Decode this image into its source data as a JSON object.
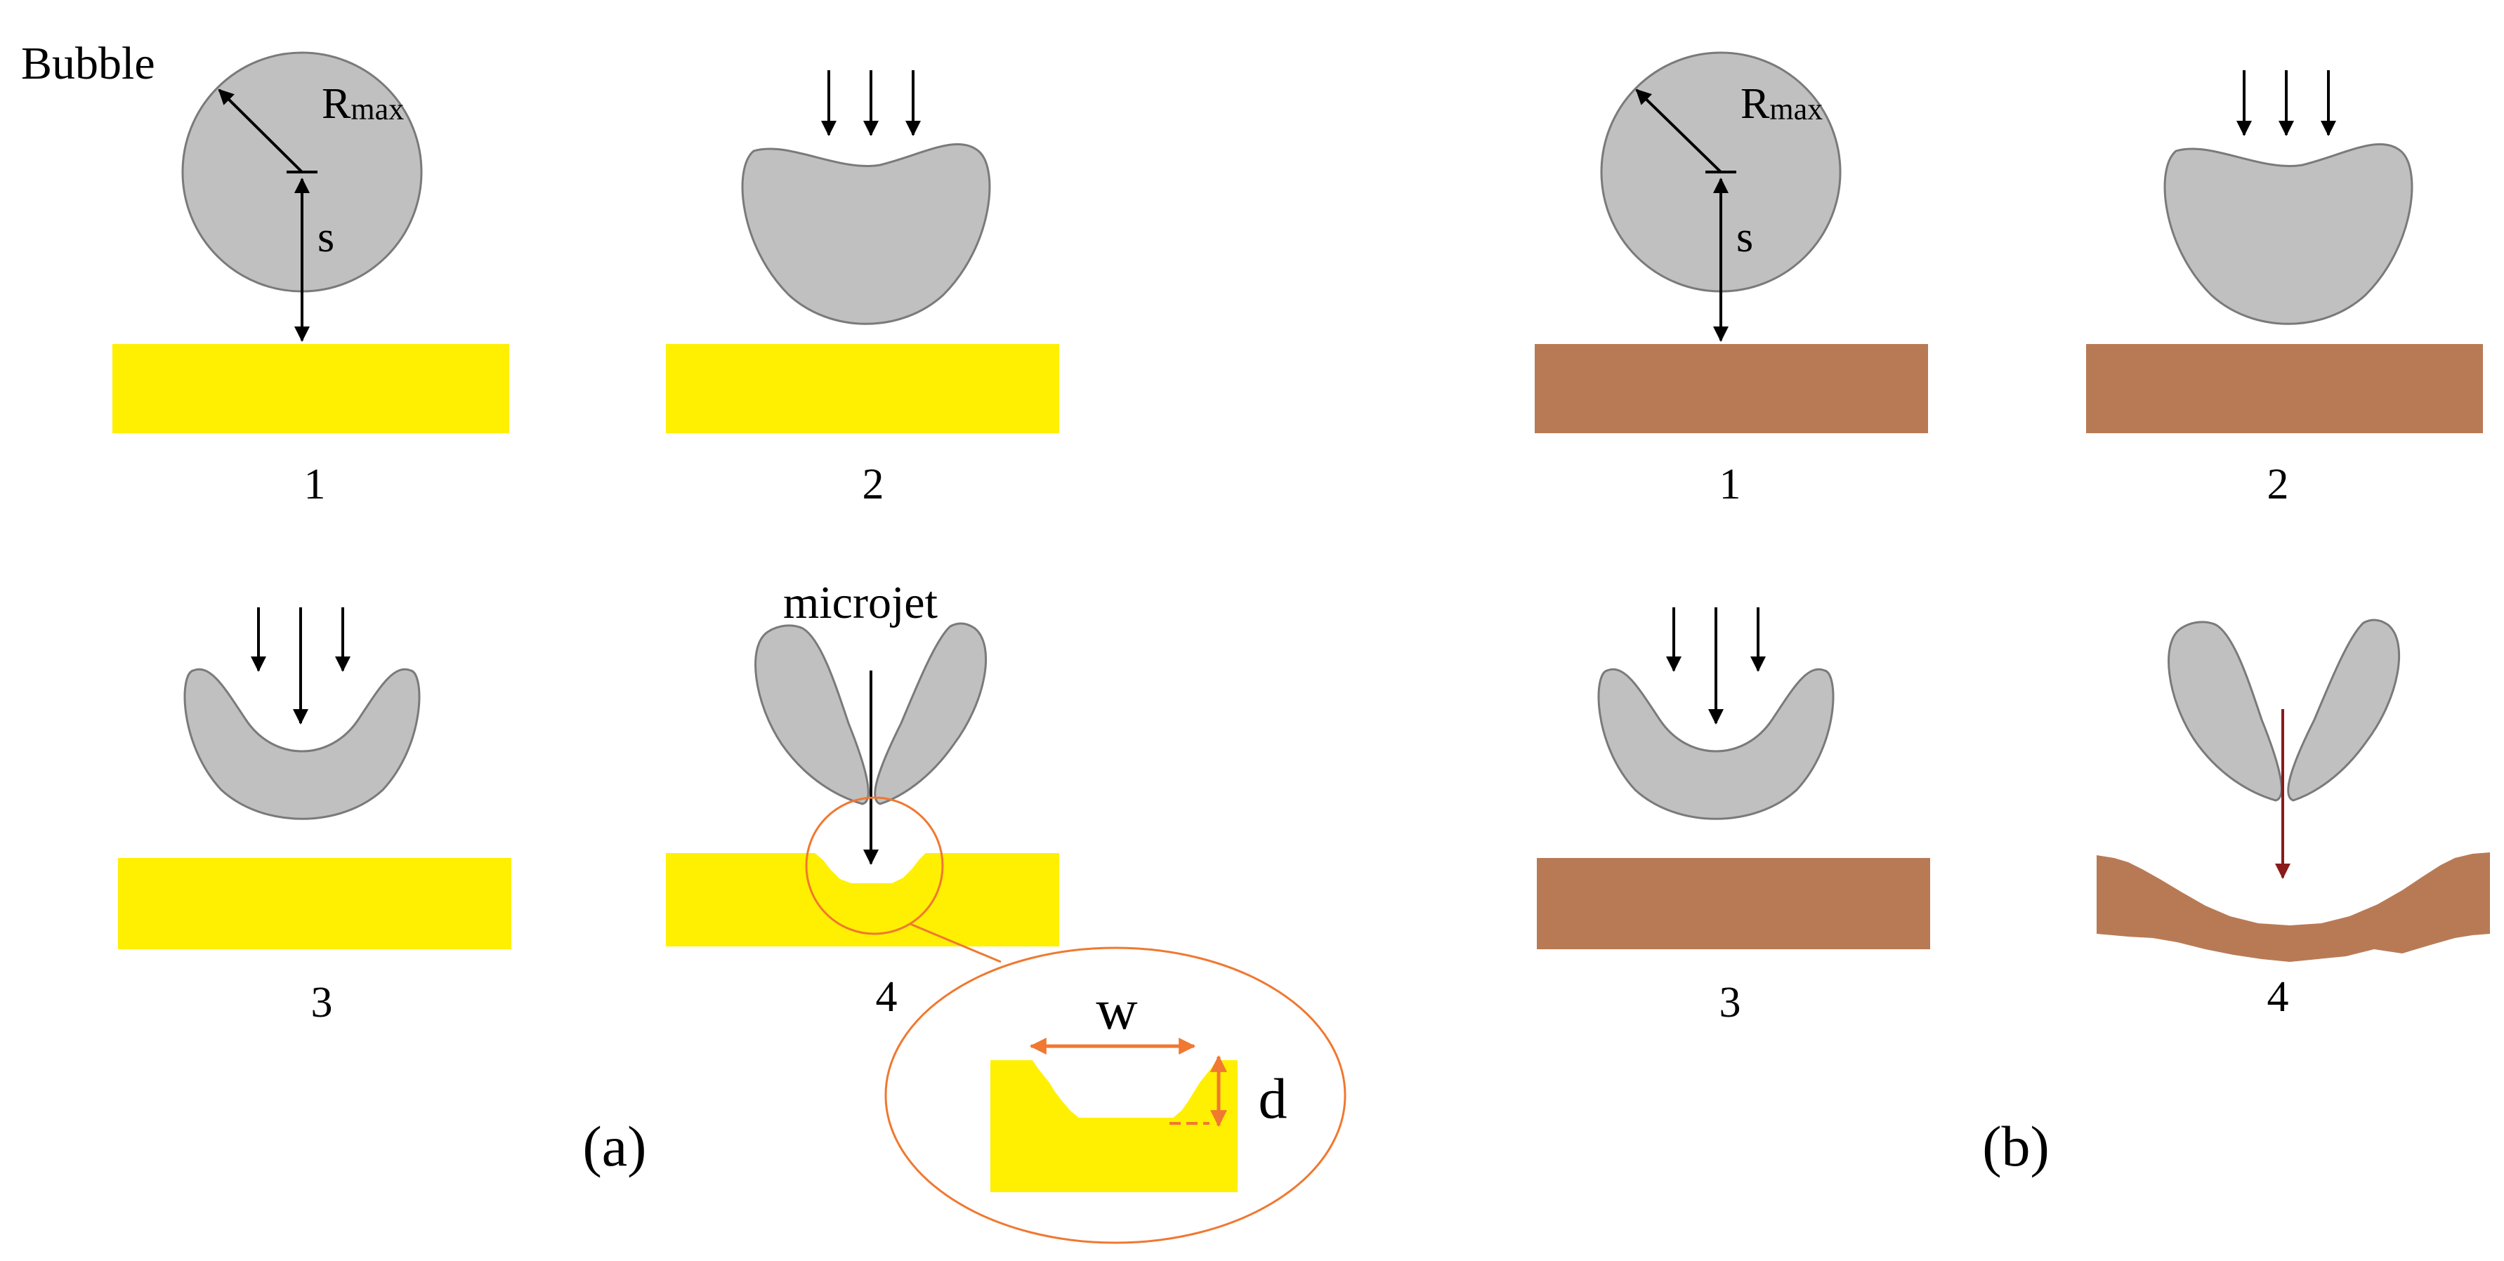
{
  "labels": {
    "bubble": "Bubble",
    "rmax_main": "R",
    "rmax_sub": "max",
    "s": "s",
    "microjet": "microjet",
    "w": "w",
    "d": "d",
    "panel_a": "(a)",
    "panel_b": "(b)",
    "steps": [
      "1",
      "2",
      "3",
      "4"
    ]
  },
  "colors": {
    "bubble": "#c0c0c0",
    "bubble_outline": "#7a7a7a",
    "substrate_a": "#ffef00",
    "substrate_b": "#b87a55",
    "zoom_outline": "#f07830",
    "dim_arrow": "#f07830",
    "jet_b": "#8b1a1a",
    "arrow": "#000000"
  }
}
